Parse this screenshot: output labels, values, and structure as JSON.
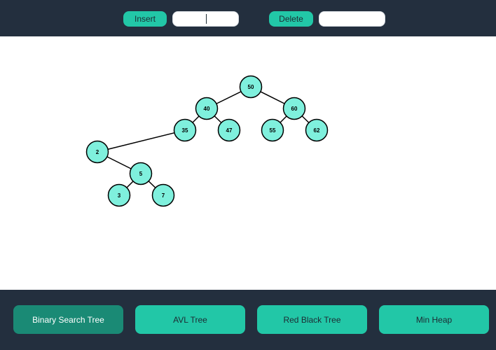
{
  "toolbar": {
    "insert_label": "Insert",
    "insert_value": "",
    "delete_label": "Delete",
    "delete_value": ""
  },
  "colors": {
    "bar_bg": "#232f3e",
    "accent": "#22c7a7",
    "accent_active": "#1a8a75",
    "node_fill": "#7ff0dd"
  },
  "tree": {
    "nodes": [
      {
        "id": "n50",
        "value": "50"
      },
      {
        "id": "n40",
        "value": "40"
      },
      {
        "id": "n60",
        "value": "60"
      },
      {
        "id": "n35",
        "value": "35"
      },
      {
        "id": "n47",
        "value": "47"
      },
      {
        "id": "n55",
        "value": "55"
      },
      {
        "id": "n62",
        "value": "62"
      },
      {
        "id": "n2",
        "value": "2"
      },
      {
        "id": "n5",
        "value": "5"
      },
      {
        "id": "n3",
        "value": "3"
      },
      {
        "id": "n7",
        "value": "7"
      }
    ],
    "edges": [
      [
        "n50",
        "n40"
      ],
      [
        "n50",
        "n60"
      ],
      [
        "n40",
        "n35"
      ],
      [
        "n40",
        "n47"
      ],
      [
        "n60",
        "n55"
      ],
      [
        "n60",
        "n62"
      ],
      [
        "n35",
        "n2"
      ],
      [
        "n2",
        "n5"
      ],
      [
        "n5",
        "n3"
      ],
      [
        "n5",
        "n7"
      ]
    ]
  },
  "tabs": [
    {
      "label": "Binary Search Tree",
      "active": true
    },
    {
      "label": "AVL Tree",
      "active": false
    },
    {
      "label": "Red Black Tree",
      "active": false
    },
    {
      "label": "Min Heap",
      "active": false
    }
  ]
}
